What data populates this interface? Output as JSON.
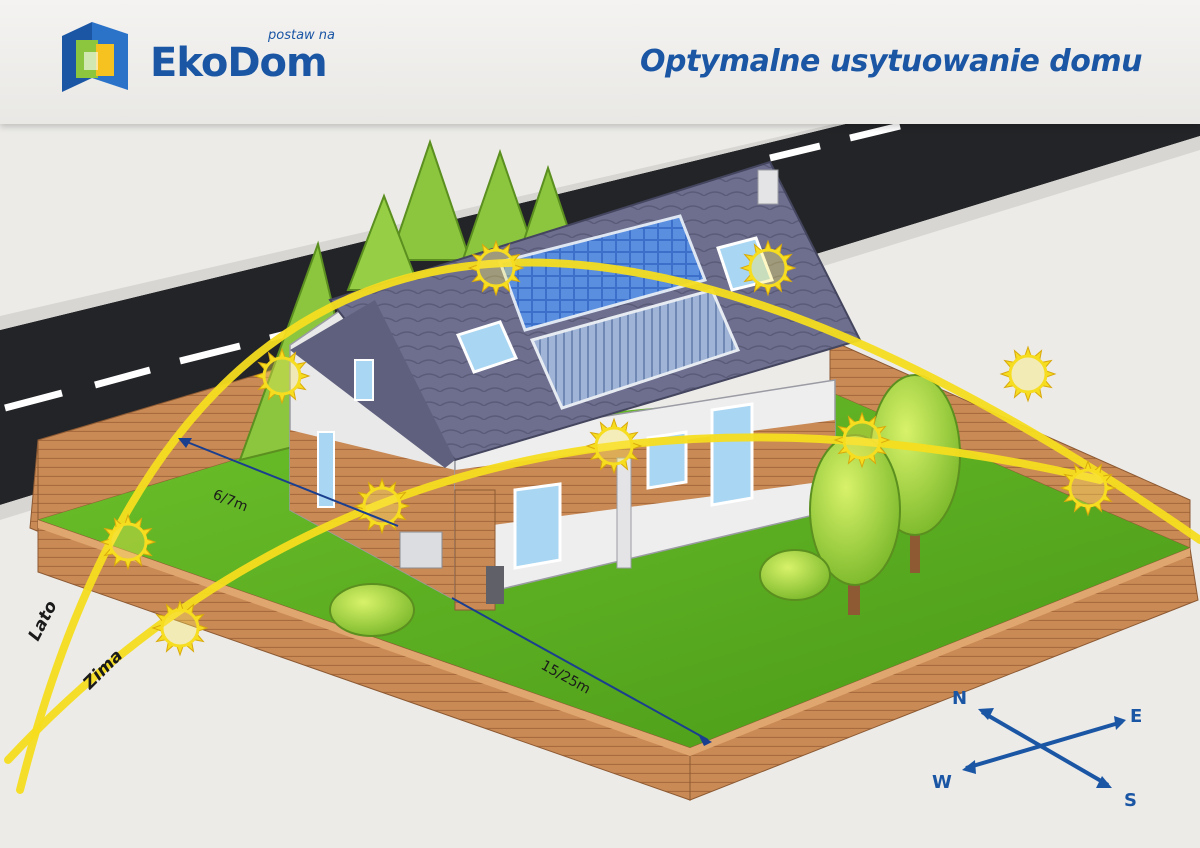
{
  "header": {
    "logo_name": "EkoDom",
    "logo_tagline": "postaw na",
    "title": "Optymalne usytuowanie domu"
  },
  "sun_paths": {
    "summer": "Lato",
    "winter": "Zima"
  },
  "dimensions": {
    "side_distance": "6/7m",
    "front_distance": "15/25m"
  },
  "compass": {
    "north": "N",
    "east": "E",
    "south": "S",
    "west": "W"
  },
  "colors": {
    "brand_blue": "#1b56a5",
    "sun_yellow": "#f6dd1f",
    "lawn_green": "#5cb01e",
    "fence_wood": "#c98a55",
    "roof": "#6e6f8f",
    "road": "#232427"
  }
}
